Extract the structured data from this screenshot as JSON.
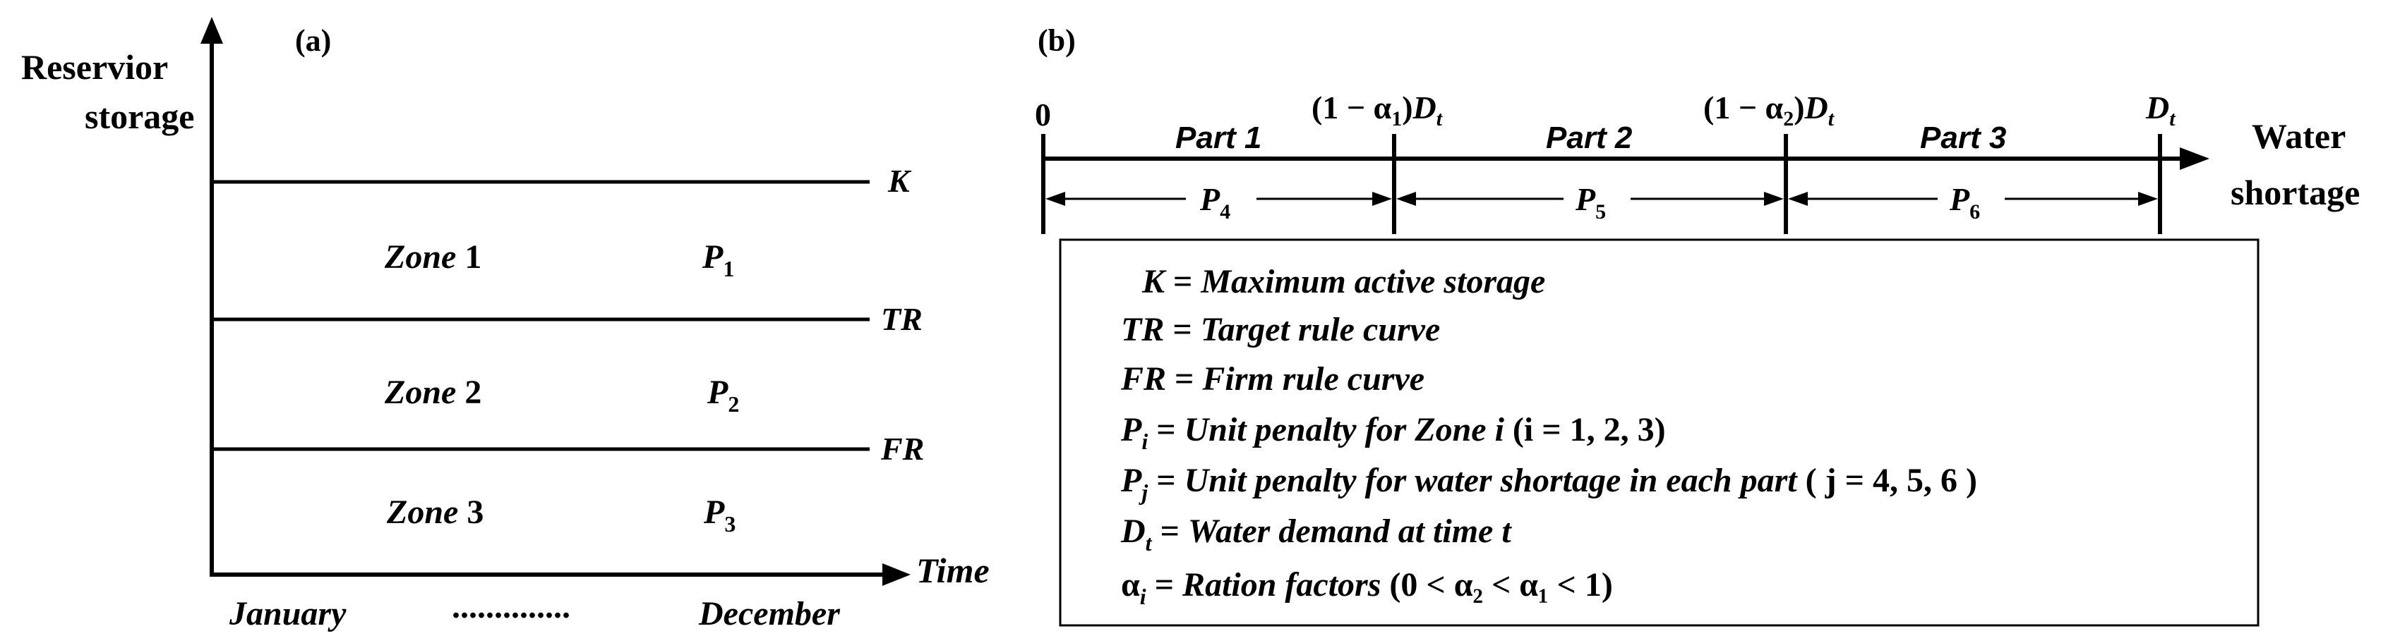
{
  "panel_a": {
    "label": "(a)",
    "y_axis_label_line1": "Reservior",
    "y_axis_label_line2": "storage",
    "x_axis_label": "Time",
    "month_start": "January",
    "month_dots": "..............",
    "month_end": "December",
    "curves": [
      {
        "name": "K"
      },
      {
        "name": "TR"
      },
      {
        "name": "FR"
      }
    ],
    "zones": [
      {
        "word": "Zone",
        "num": "1",
        "penalty": "P",
        "sub": "1"
      },
      {
        "word": "Zone",
        "num": "2",
        "penalty": "P",
        "sub": "2"
      },
      {
        "word": "Zone",
        "num": "3",
        "penalty": "P",
        "sub": "3"
      }
    ]
  },
  "panel_b": {
    "label": "(b)",
    "axis_label_line1": "Water",
    "axis_label_line2": "shortage",
    "ticks": [
      {
        "pre": "0",
        "sym": "",
        "sub": "",
        "post": "",
        "D": "",
        "t": ""
      },
      {
        "pre": "(1 − ",
        "sym": "α",
        "sub": "1",
        "post": ")",
        "D": "D",
        "t": "t"
      },
      {
        "pre": "(1 − ",
        "sym": "α",
        "sub": "2",
        "post": ")",
        "D": "D",
        "t": "t"
      },
      {
        "pre": "",
        "sym": "",
        "sub": "",
        "post": "",
        "D": "D",
        "t": "t"
      }
    ],
    "parts": [
      {
        "word": "Part",
        "num": "1",
        "penalty": "P",
        "sub": "4"
      },
      {
        "word": "Part",
        "num": "2",
        "penalty": "P",
        "sub": "5"
      },
      {
        "word": "Part",
        "num": "3",
        "penalty": "P",
        "sub": "6"
      }
    ]
  },
  "legend": [
    {
      "sym": "K",
      "sub": "",
      "eq": " = ",
      "desc": "Maximum active storage",
      "extra": ""
    },
    {
      "sym": "TR",
      "sub": "",
      "eq": " = ",
      "desc": "Target rule curve",
      "extra": ""
    },
    {
      "sym": "FR",
      "sub": "",
      "eq": " = ",
      "desc": "Firm rule curve",
      "extra": ""
    },
    {
      "sym": "P",
      "sub": "i",
      "eq": " = ",
      "desc": "Unit penalty for Zone i",
      "extra": "  (i = 1, 2, 3)"
    },
    {
      "sym": "P",
      "sub": "j",
      "eq": " = ",
      "desc": "Unit penalty for water shortage in each part",
      "extra": " ( j = 4, 5, 6 )"
    },
    {
      "sym": "D",
      "sub": "t",
      "eq": " = ",
      "desc": "Water demand at time t",
      "extra": ""
    },
    {
      "sym": "α",
      "sub": "i",
      "eq": " = ",
      "desc": "Ration factors",
      "extra": " (0 < α₂ < α₁ < 1)"
    }
  ]
}
